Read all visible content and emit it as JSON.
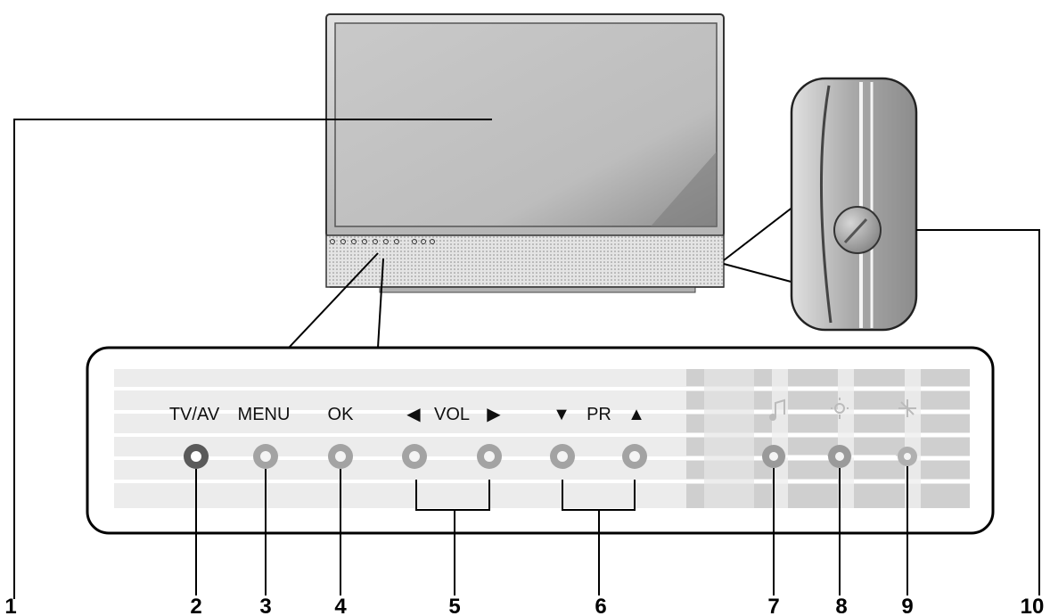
{
  "control_panel": {
    "buttons": [
      {
        "label": "TV/AV",
        "callout": "2"
      },
      {
        "label": "MENU",
        "callout": "3"
      },
      {
        "label": "OK",
        "callout": "4"
      },
      {
        "label": "◀",
        "callout": "5"
      },
      {
        "label": "▶",
        "callout": "5"
      },
      {
        "label": "▼",
        "callout": "6"
      },
      {
        "label": "▲",
        "callout": "6"
      }
    ],
    "vol_label": "VOL",
    "pr_label": "PR",
    "indicators": [
      {
        "icon": "music-note-icon",
        "callout": "7"
      },
      {
        "icon": "lamp-icon",
        "callout": "8"
      },
      {
        "icon": "star-icon",
        "callout": "9"
      }
    ]
  },
  "callouts": {
    "screen": "1",
    "tv_av": "2",
    "menu": "3",
    "ok": "4",
    "volume": "5",
    "programme": "6",
    "indicator_7": "7",
    "indicator_8": "8",
    "indicator_9": "9",
    "power_switch": "10"
  },
  "colors": {
    "line": "#000000",
    "panel_stripe": "#d8d8d8",
    "tv_av_button": "#5a5a5a",
    "button": "#9a9a9a"
  }
}
